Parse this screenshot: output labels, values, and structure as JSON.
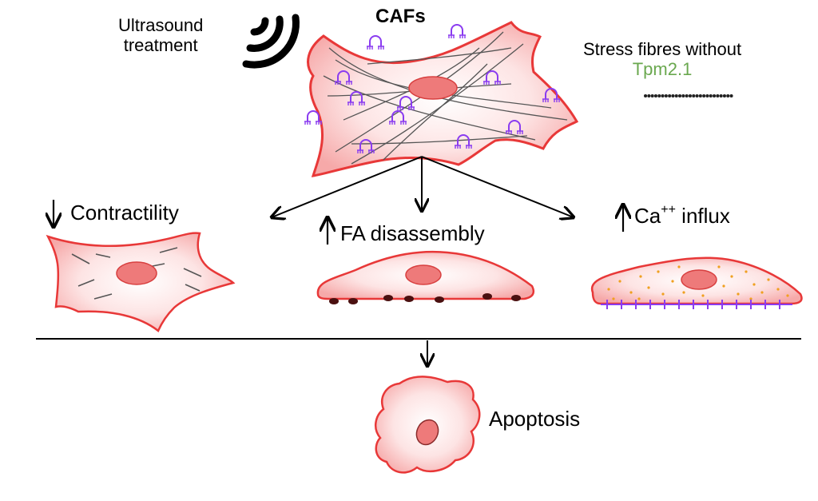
{
  "labels": {
    "ultrasound_line1": "Ultrasound",
    "ultrasound_line2": "treatment",
    "cafs": "CAFs",
    "stress_line1": "Stress fibres without",
    "stress_line2": "Tpm2.1",
    "contractility": "Contractility",
    "fa_disassembly": "FA disassembly",
    "ca_prefix": "Ca",
    "ca_superscript": "++",
    "ca_suffix": " influx",
    "apoptosis": "Apoptosis"
  },
  "colors": {
    "cell_outline": "#e83838",
    "cell_fill": "#f8b4b4",
    "nucleus_fill": "#ee7a7a",
    "fibre": "#555555",
    "integrin": "#8a3cf0",
    "focal_adhesion": "#4a1010",
    "calcium_dots": "#f0a020",
    "tpm_text": "#6aa84f",
    "arrow": "#000000"
  },
  "icons": {
    "ultrasound": "ultrasound-waves-icon",
    "decrease": "arrow-down-icon",
    "increase": "arrow-up-icon"
  }
}
